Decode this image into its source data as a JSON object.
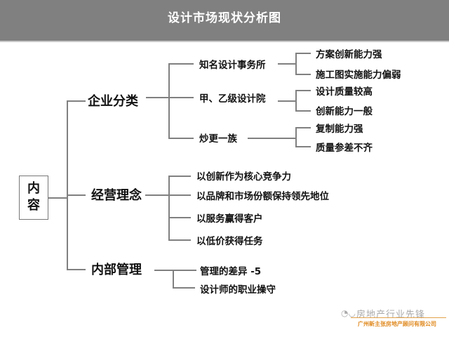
{
  "header": {
    "title": "设计市场现状分析图"
  },
  "root": {
    "label": "内容",
    "line1": "内",
    "line2": "容"
  },
  "branches": [
    {
      "label": "企业分类",
      "children": [
        {
          "label": "知名设计事务所",
          "children": [
            "方案创新能力强",
            "施工图实施能力偏弱"
          ]
        },
        {
          "label": "甲、乙级设计院",
          "children": [
            "设计质量较高",
            "创新能力一般"
          ]
        },
        {
          "label": "炒更一族",
          "children": [
            "复制能力强",
            "质量参差不齐"
          ]
        }
      ]
    },
    {
      "label": "经营理念",
      "children": [
        {
          "label": "以创新作为核心竞争力"
        },
        {
          "label": "以品牌和市场份额保持领先地位"
        },
        {
          "label": "以服务赢得客户"
        },
        {
          "label": "以低价获得任务"
        }
      ]
    },
    {
      "label": "内部管理",
      "children": [
        {
          "label": "管理的差异   -5"
        },
        {
          "label": "设计师的职业操守"
        }
      ]
    }
  ],
  "watermark": {
    "icon": "wechat-icon",
    "title": "房地产行业先锋",
    "subtitle": "广州新主张房地产顾问有限公司",
    "accent_color": "#e08a20"
  },
  "colors": {
    "header_bg": "#808080",
    "line": "#808080",
    "text": "#111111"
  }
}
